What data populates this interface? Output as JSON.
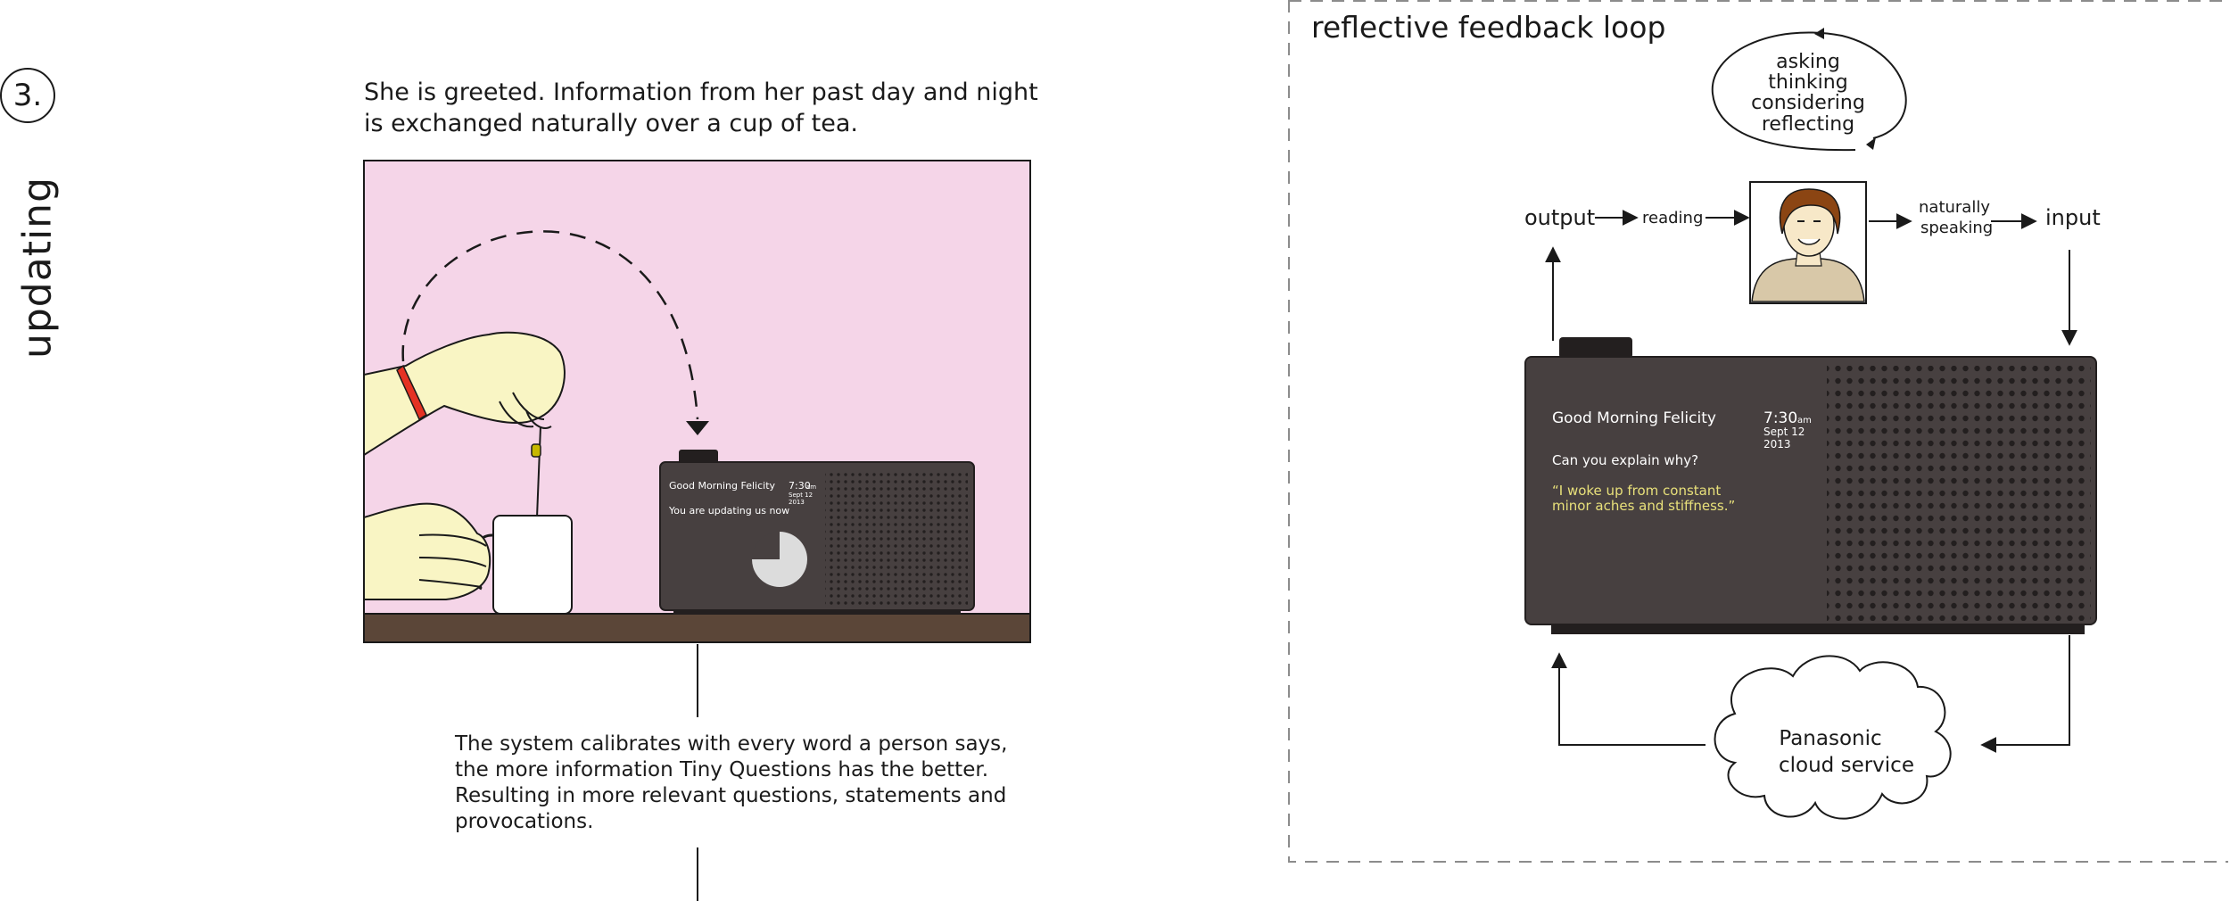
{
  "step": {
    "number": "3.",
    "label": "updating",
    "intro": "She is greeted. Information from her past day and night is exchanged naturally over a cup of tea.",
    "calibration": "The system calibrates with every word a person says, the more information Tiny Questions has the better. Resulting in more relevant questions, statements and provocations."
  },
  "scene_device": {
    "greeting": "Good Morning Felicity",
    "time": "7:30",
    "ampm": "am",
    "date_line1": "Sept 12",
    "date_line2": "2013",
    "status": "You are updating us now",
    "progress_fraction": 0.75
  },
  "loop": {
    "title": "reflective feedback loop",
    "cycle": [
      "asking",
      "thinking",
      "considering",
      "reflecting"
    ],
    "output_label": "output",
    "reading_label": "reading",
    "speaking_line1": "naturally",
    "speaking_line2": "speaking",
    "input_label": "input",
    "cloud_line1": "Panasonic",
    "cloud_line2": "cloud service",
    "device": {
      "greeting": "Good Morning Felicity",
      "time": "7:30",
      "ampm": "am",
      "date_line1": "Sept 12",
      "date_line2": "2013",
      "question": "Can you explain why?",
      "answer_line1": "“I woke up from constant",
      "answer_line2": "minor aches and stiffness.”"
    }
  },
  "colors": {
    "scene_wall": "#f5d5e8",
    "table": "#5b4638",
    "device_body": "#474040",
    "device_shadow": "#231f1f",
    "answer_text": "#e8e07a",
    "wristband": "#e53223",
    "skin": "#f9f5c4"
  }
}
